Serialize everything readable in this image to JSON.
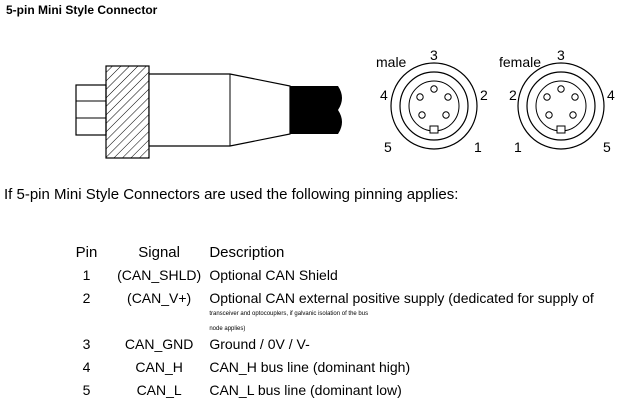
{
  "heading": "5-pin Mini Style Connector",
  "labels": {
    "male": "male",
    "female": "female",
    "male_pins": {
      "p1": "1",
      "p2": "2",
      "p3": "3",
      "p4": "4",
      "p5": "5"
    },
    "female_pins": {
      "p1": "1",
      "p2": "2",
      "p3": "3",
      "p4": "4",
      "p5": "5"
    }
  },
  "intro": "If 5-pin Mini Style Connectors are used the following pinning applies:",
  "table": {
    "headers": {
      "pin": "Pin",
      "signal": "Signal",
      "description": "Description"
    },
    "rows": [
      {
        "pin": "1",
        "signal": "(CAN_SHLD)",
        "description": "Optional CAN Shield"
      },
      {
        "pin": "2",
        "signal": "(CAN_V+)",
        "description": "Optional CAN external positive supply (dedicated for supply of",
        "note_line1": "transceiver and optocouplers, if galvanic isolation of the bus",
        "note_line2": "node applies)"
      },
      {
        "pin": "3",
        "signal": "CAN_GND",
        "description": "Ground / 0V / V-"
      },
      {
        "pin": "4",
        "signal": "CAN_H",
        "description": "CAN_H bus line (dominant high)"
      },
      {
        "pin": "5",
        "signal": "CAN_L",
        "description": "CAN_L bus line (dominant low)"
      }
    ]
  }
}
